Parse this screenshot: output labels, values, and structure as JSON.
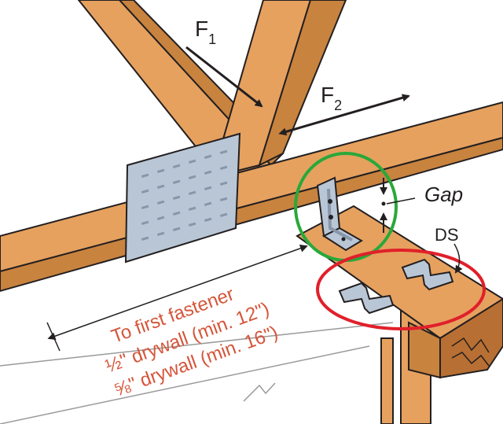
{
  "labels": {
    "f1_letter": "F",
    "f1_sub": "1",
    "f2_letter": "F",
    "f2_sub": "2",
    "gap": "Gap",
    "ds": "DS"
  },
  "dimension_note": {
    "line1": "To first fastener",
    "line2_fraction": "½\"",
    "line2_text": " drywall (min. 12\")",
    "line3_fraction": "⅝\"",
    "line3_text": " drywall  (min. 16\")"
  },
  "colors": {
    "lumber": "#e6a15f",
    "lumber_dark": "#c8833f",
    "lumber_shadow": "#b86f33",
    "metal": "#b9c6d6",
    "metal_dark": "#8796a8",
    "outline": "#231f20",
    "dimension_text": "#d5553a",
    "highlight_green": "#2aa83a",
    "highlight_red": "#e0202a",
    "drywall": "#ffffff",
    "drywall_line": "#9a9a9a"
  },
  "icons": [
    "arrow-icon",
    "connector-plate",
    "angle-clip",
    "drywall-clip"
  ]
}
